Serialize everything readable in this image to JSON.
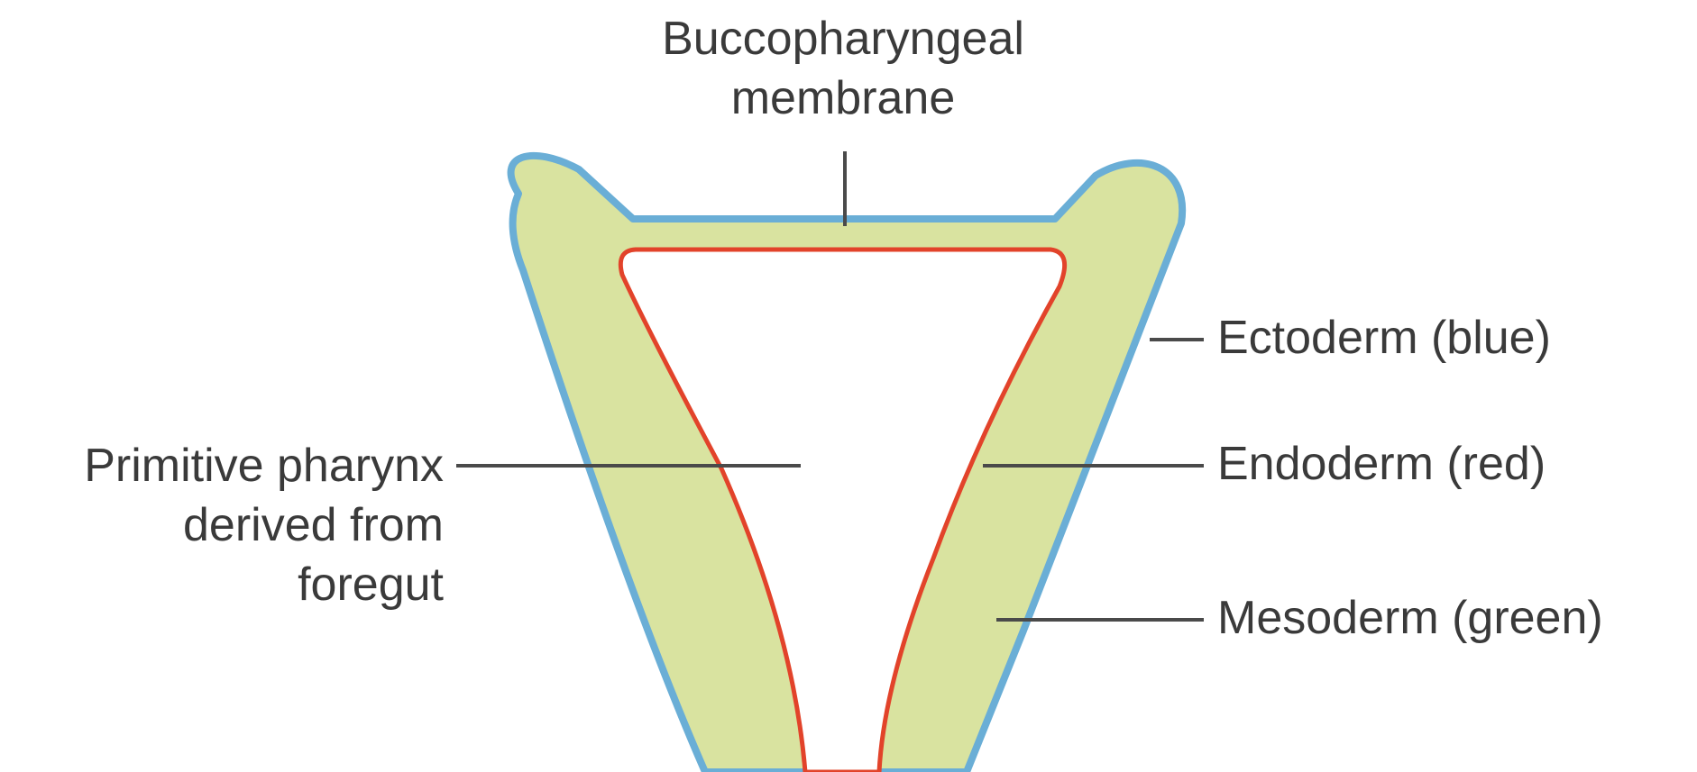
{
  "labels": {
    "buccopharyngeal_membrane": {
      "line1": "Buccopharyngeal",
      "line2": "membrane"
    },
    "primitive_pharynx": {
      "line1": "Primitive pharynx",
      "line2": "derived from",
      "line3": "foregut"
    },
    "ectoderm": "Ectoderm (blue)",
    "endoderm": "Endoderm (red)",
    "mesoderm": "Mesoderm (green)"
  },
  "colors": {
    "ectoderm": "#6aaed6",
    "endoderm": "#e2432a",
    "mesoderm": "#d9e3a0",
    "lumen": "#ffffff",
    "leader_line": "#4a4a4a",
    "text": "#3a3a3a"
  }
}
